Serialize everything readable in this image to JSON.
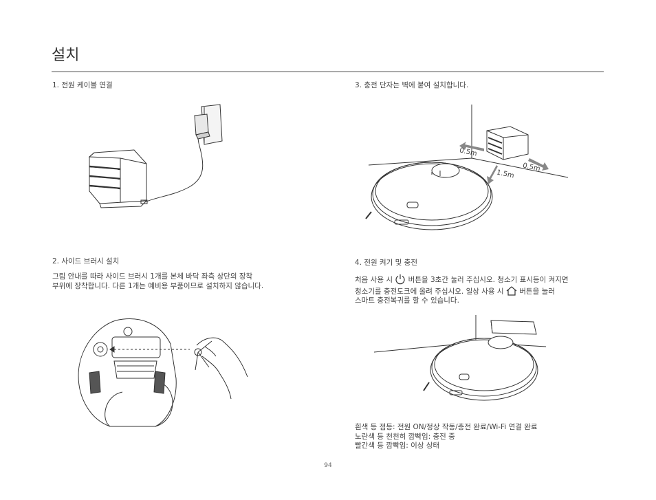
{
  "page": {
    "title": "설치",
    "page_number": "94"
  },
  "sections": {
    "s1": {
      "heading": "1. 전원 케이블 연결"
    },
    "s2": {
      "heading": "2. 사이드 브러시 설치",
      "lines": [
        "그림 안내를 따라 사이드 브러시 1개를 본체 바닥 좌측 상단의 장착",
        "부위에 장착합니다. 다른 1개는 예비용 부품이므로 설치하지 않습니다."
      ]
    },
    "s3": {
      "heading": "3. 충전 단자는 벽에 붙여 설치합니다.",
      "labels": {
        "left": "0.5m",
        "front": "1.5m",
        "right": "0.5m"
      }
    },
    "s4": {
      "heading": "4. 전원 켜기 및 충전",
      "line1_before": "처음 사용 시",
      "line1_after": "버튼을 3초간 눌러 주십시오. 청소기 표시등이 켜지면",
      "line2_before": "청소기를 충전도크에 올려 주십시오. 일상 사용 시",
      "line2_after": "버튼을 눌러",
      "line3": "스마트 충전복귀를 할 수 있습니다.",
      "status": [
        "흰색 등 점등: 전원 ON/정상 작동/충전 완료/Wi-Fi 연결 완료",
        "노란색 등 천천히 깜빡임: 충전 중",
        "빨간색 등 깜빡임: 이상 상태"
      ]
    }
  },
  "icons": [
    "power-icon",
    "home-icon",
    "robot-vacuum-icon",
    "charging-dock-icon",
    "power-adapter-icon",
    "side-brush-icon",
    "hand-icon",
    "arrow-icon"
  ],
  "colors": {
    "text": "#333333",
    "line": "#444444",
    "arrow": "#888888"
  }
}
